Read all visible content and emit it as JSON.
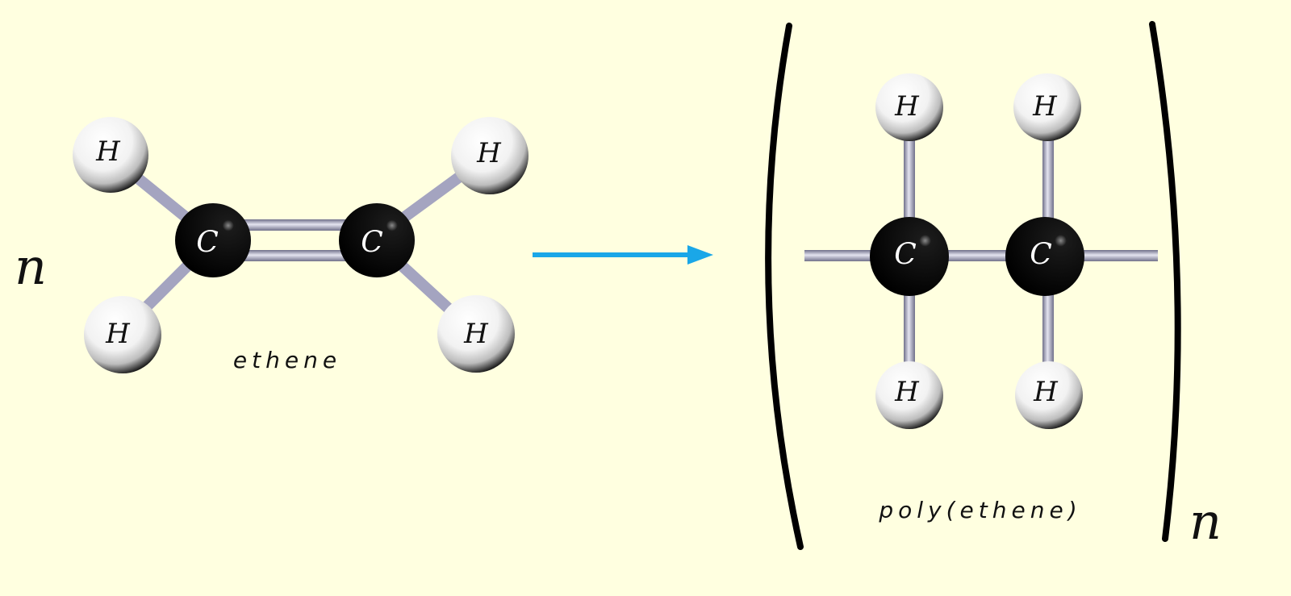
{
  "background_color": "#ffffe0",
  "reactant": {
    "coefficient": "n",
    "name": "ethene",
    "atoms": {
      "carbon_label": "C",
      "hydrogen_label": "H"
    },
    "bond_between_carbons": "double"
  },
  "arrow": {
    "color": "#1aa7e8",
    "direction": "right"
  },
  "product": {
    "name": "poly(ethene)",
    "subscript": "n",
    "atoms": {
      "carbon_label": "C",
      "hydrogen_label": "H"
    },
    "bond_between_carbons": "single",
    "brackets": "parentheses"
  },
  "colors": {
    "carbon": "#000000",
    "hydrogen": "#ffffff",
    "bond": "#a4a4c0",
    "arrow": "#1aa7e8",
    "text": "#111111"
  }
}
